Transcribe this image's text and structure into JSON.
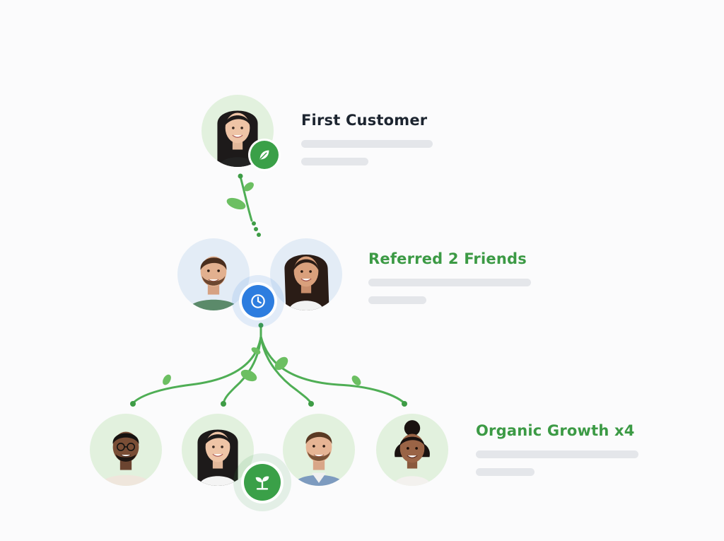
{
  "colors": {
    "accent_green": "#3aa048",
    "label_dark": "#1d2530",
    "label_green": "#3c9a45",
    "badge_blue": "#2d7ddf",
    "placeholder_bar": "#e4e6ea",
    "avatar_bg_green": "#e2f1de",
    "avatar_bg_blue": "#e3ecf6"
  },
  "levels": [
    {
      "label": "First Customer",
      "badge_icon": "leaf-icon",
      "people": [
        "customer-avatar-woman-black-hair"
      ]
    },
    {
      "label": "Referred 2 Friends",
      "badge_icon": "clock-icon",
      "people": [
        "friend-avatar-man-beard",
        "friend-avatar-woman-long-hair"
      ]
    },
    {
      "label": "Organic Growth x4",
      "badge_icon": "sprout-icon",
      "people": [
        "growth-avatar-man-glasses",
        "growth-avatar-woman-black-hair",
        "growth-avatar-man-beard-denim",
        "growth-avatar-woman-curly-hair"
      ]
    }
  ]
}
